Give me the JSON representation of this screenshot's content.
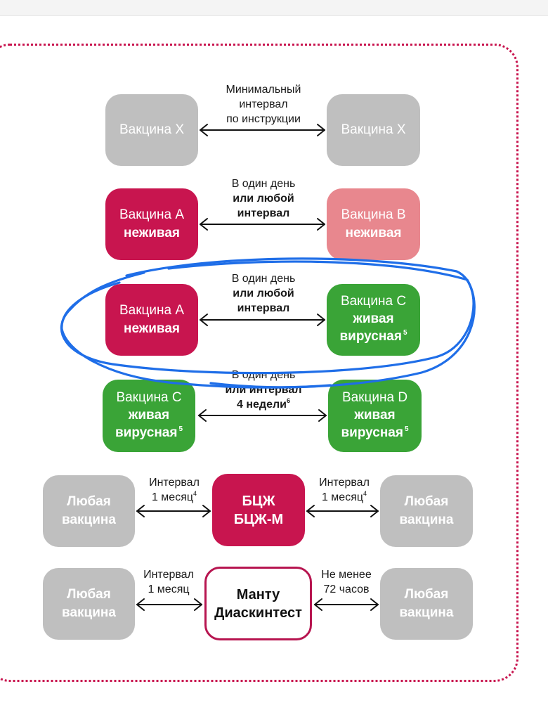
{
  "rows": [
    {
      "left": {
        "line1": "Вакцина Х",
        "line2": ""
      },
      "right": {
        "line1": "Вакцина Х",
        "line2": ""
      },
      "label": {
        "line1": "Минимальный",
        "line2": "интервал",
        "line3": "по инструкции"
      }
    },
    {
      "left": {
        "line1": "Вакцина А",
        "line2": "неживая"
      },
      "right": {
        "line1": "Вакцина В",
        "line2": "неживая"
      },
      "label": {
        "line1": "В один день",
        "line2": "или любой",
        "line3": "интервал"
      }
    },
    {
      "left": {
        "line1": "Вакцина А",
        "line2": "неживая"
      },
      "right": {
        "line1": "Вакцина С",
        "line2": "живая",
        "line3": "вирусная",
        "note": "5"
      },
      "label": {
        "line1": "В один день",
        "line2": "или любой",
        "line3": "интервал"
      }
    },
    {
      "left": {
        "line1": "Вакцина С",
        "line2": "живая",
        "line3": "вирусная",
        "note": "5"
      },
      "right": {
        "line1": "Вакцина D",
        "line2": "живая",
        "line3": "вирусная",
        "note": "5"
      },
      "label": {
        "line1": "В один день",
        "line2": "или интервал",
        "line3": "4 недели",
        "note": "6"
      }
    }
  ],
  "bcg_row": {
    "left": {
      "line1": "Любая",
      "line2": "вакцина"
    },
    "center": {
      "line1": "БЦЖ",
      "line2": "БЦЖ-М"
    },
    "right": {
      "line1": "Любая",
      "line2": "вакцина"
    },
    "label_left": {
      "line1": "Интервал",
      "line2": "1 месяц",
      "note": "4"
    },
    "label_right": {
      "line1": "Интервал",
      "line2": "1 месяц",
      "note": "4"
    }
  },
  "mantoux_row": {
    "left": {
      "line1": "Любая",
      "line2": "вакцина"
    },
    "center": {
      "line1": "Манту",
      "line2": "Диаскинтест"
    },
    "right": {
      "line1": "Любая",
      "line2": "вакцина"
    },
    "label_left": {
      "line1": "Интервал",
      "line2": "1 месяц"
    },
    "label_right": {
      "line1": "Не менее",
      "line2": "72 часов"
    }
  },
  "colors": {
    "gray": "#bfbfbf",
    "crimson": "#c8154f",
    "pink": "#e8878e",
    "green": "#3aa437",
    "highlight": "#1f6ee8"
  }
}
